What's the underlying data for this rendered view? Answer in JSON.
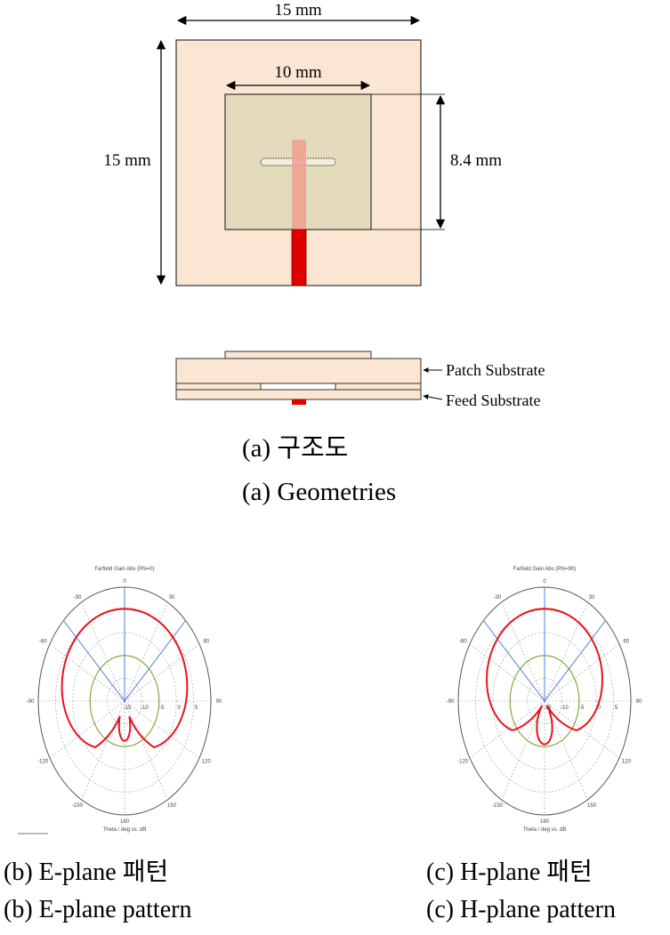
{
  "geometry": {
    "dims": {
      "sub_width": "15 mm",
      "sub_height": "15 mm",
      "patch_width": "10 mm",
      "patch_height": "8.4 mm"
    },
    "layers": {
      "patch_substrate": "Patch Substrate",
      "feed_substrate": "Feed Substrate"
    },
    "colors": {
      "substrate": "#fbe5d3",
      "patch": "#e4dbbd",
      "feed": "#e00000"
    }
  },
  "captions": {
    "a_ko": "(a)  구조도",
    "a_en": "(a)  Geometries",
    "b_ko": "(b)  E-plane  패턴",
    "b_en": "(b)  E-plane  pattern",
    "c_ko": "(c)  H-plane  패턴",
    "c_en": "(c)  H-plane  pattern"
  },
  "polar": {
    "angle_labels": [
      "0",
      "30",
      "60",
      "90",
      "120",
      "150",
      "180",
      "-150",
      "-120",
      "-90",
      "-60",
      "-30"
    ],
    "radial_labels": [
      "-15",
      "-10",
      "-5",
      "0",
      "5"
    ],
    "e_plane": {
      "title": "Farfield Gain Abs (Phi=0)",
      "axis": "Theta / deg vs. dB"
    },
    "h_plane": {
      "title": "Farfield Gain Abs (Phi=90)",
      "axis": "Theta / deg vs. dB"
    },
    "colors": {
      "pattern": "#e8141b",
      "beam": "#4a7fe0",
      "ref": "#7aa22a",
      "grid": "#9a9a9a"
    }
  }
}
